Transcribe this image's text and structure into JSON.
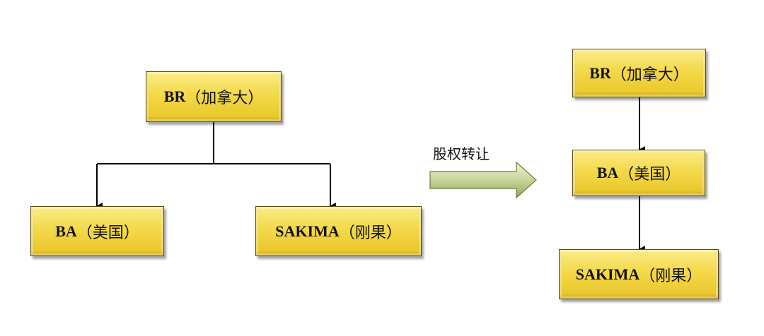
{
  "diagram": {
    "left": {
      "top": {
        "code": "BR",
        "note": "（加拿大）"
      },
      "child_a": {
        "code": "BA",
        "note": "（美国）"
      },
      "child_b": {
        "code": "SAKIMA",
        "note": "（刚果）"
      }
    },
    "transition_label": "股权转让",
    "right": {
      "top": {
        "code": "BR",
        "note": "（加拿大）"
      },
      "middle": {
        "code": "BA",
        "note": "（美国）"
      },
      "bottom": {
        "code": "SAKIMA",
        "note": "（刚果）"
      }
    }
  },
  "colors": {
    "box_fill": "#f4d94a",
    "box_border": "#5a4a10",
    "arrow_fill": "#c8d49a",
    "line": "#000000"
  }
}
